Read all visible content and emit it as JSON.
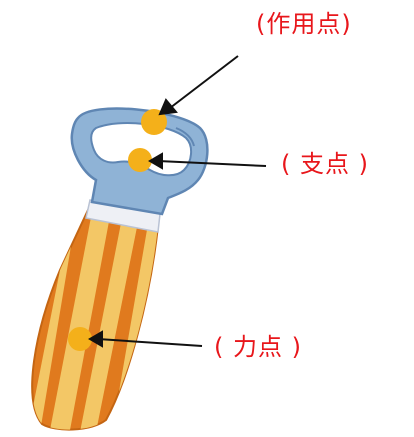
{
  "labels": {
    "action_point": "(作用点)",
    "fulcrum": "( 支点 )",
    "effort_point": "( 力点 )"
  },
  "colors": {
    "label_text": "#e8161b",
    "point_marker": "#f4b01a",
    "handle_orange": "#e07a1e",
    "handle_light": "#f3c766",
    "metal_head": "#8fb3d6",
    "metal_outline": "#5f86b3",
    "collar": "#eef0f5",
    "arrow": "#111111"
  },
  "icons": [
    "bottle-opener-illustration"
  ]
}
